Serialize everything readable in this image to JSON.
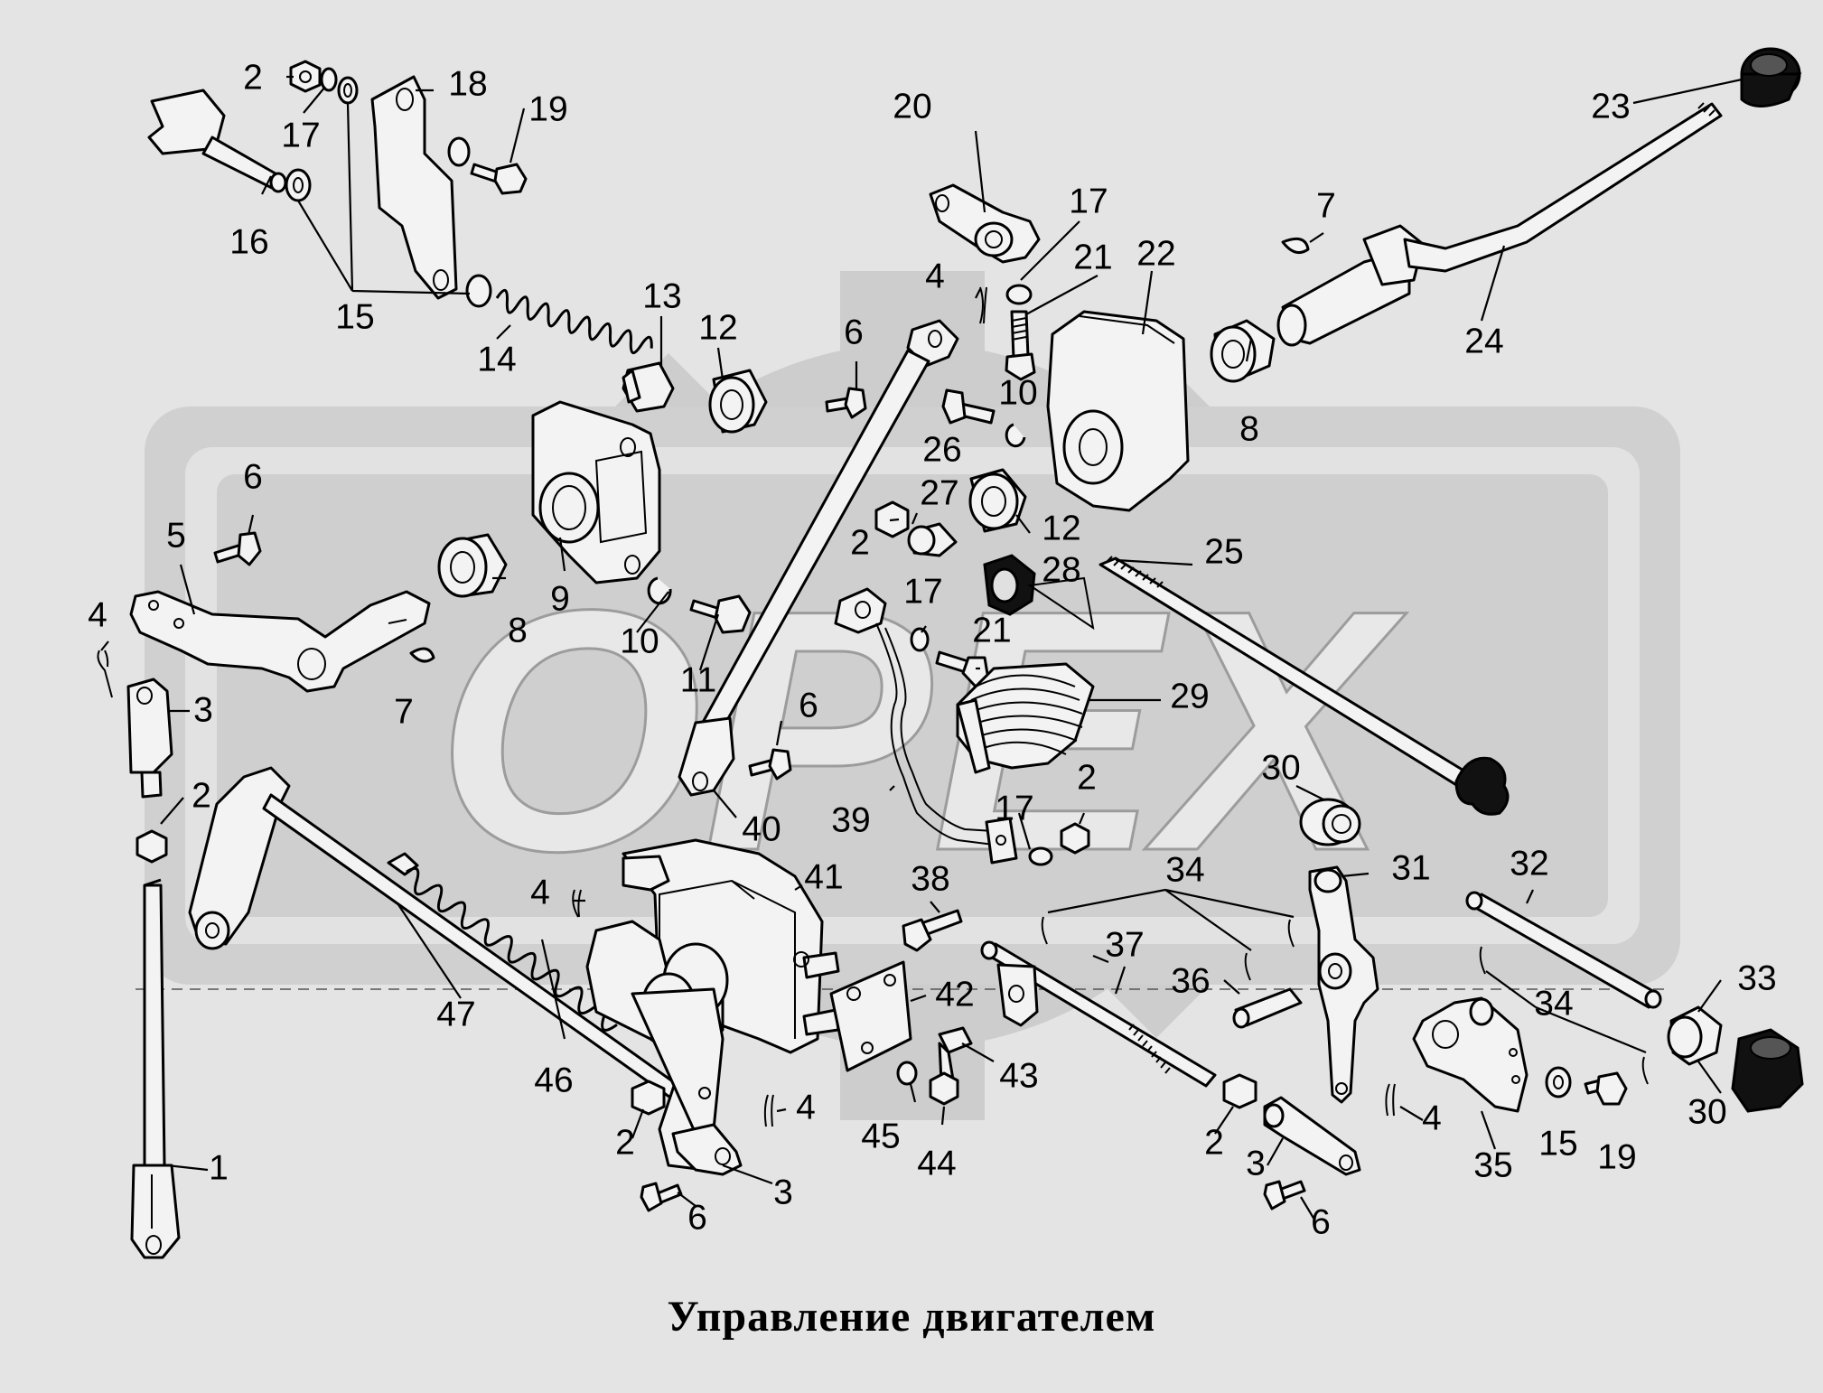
{
  "caption": "Управление двигателем",
  "watermark": "OPEX",
  "part_labels": [
    "1",
    "2",
    "3",
    "4",
    "5",
    "6",
    "7",
    "8",
    "9",
    "10",
    "11",
    "12",
    "13",
    "14",
    "15",
    "16",
    "17",
    "18",
    "19",
    "20",
    "21",
    "22",
    "23",
    "24",
    "25",
    "26",
    "27",
    "28",
    "29",
    "30",
    "31",
    "32",
    "33",
    "34",
    "35",
    "36",
    "37",
    "38",
    "39",
    "40",
    "41",
    "42",
    "43",
    "44",
    "45",
    "46",
    "47"
  ],
  "colors": {
    "background": "#e4e4e4",
    "watermark": "#c8c8c8",
    "linework": "#000000"
  }
}
